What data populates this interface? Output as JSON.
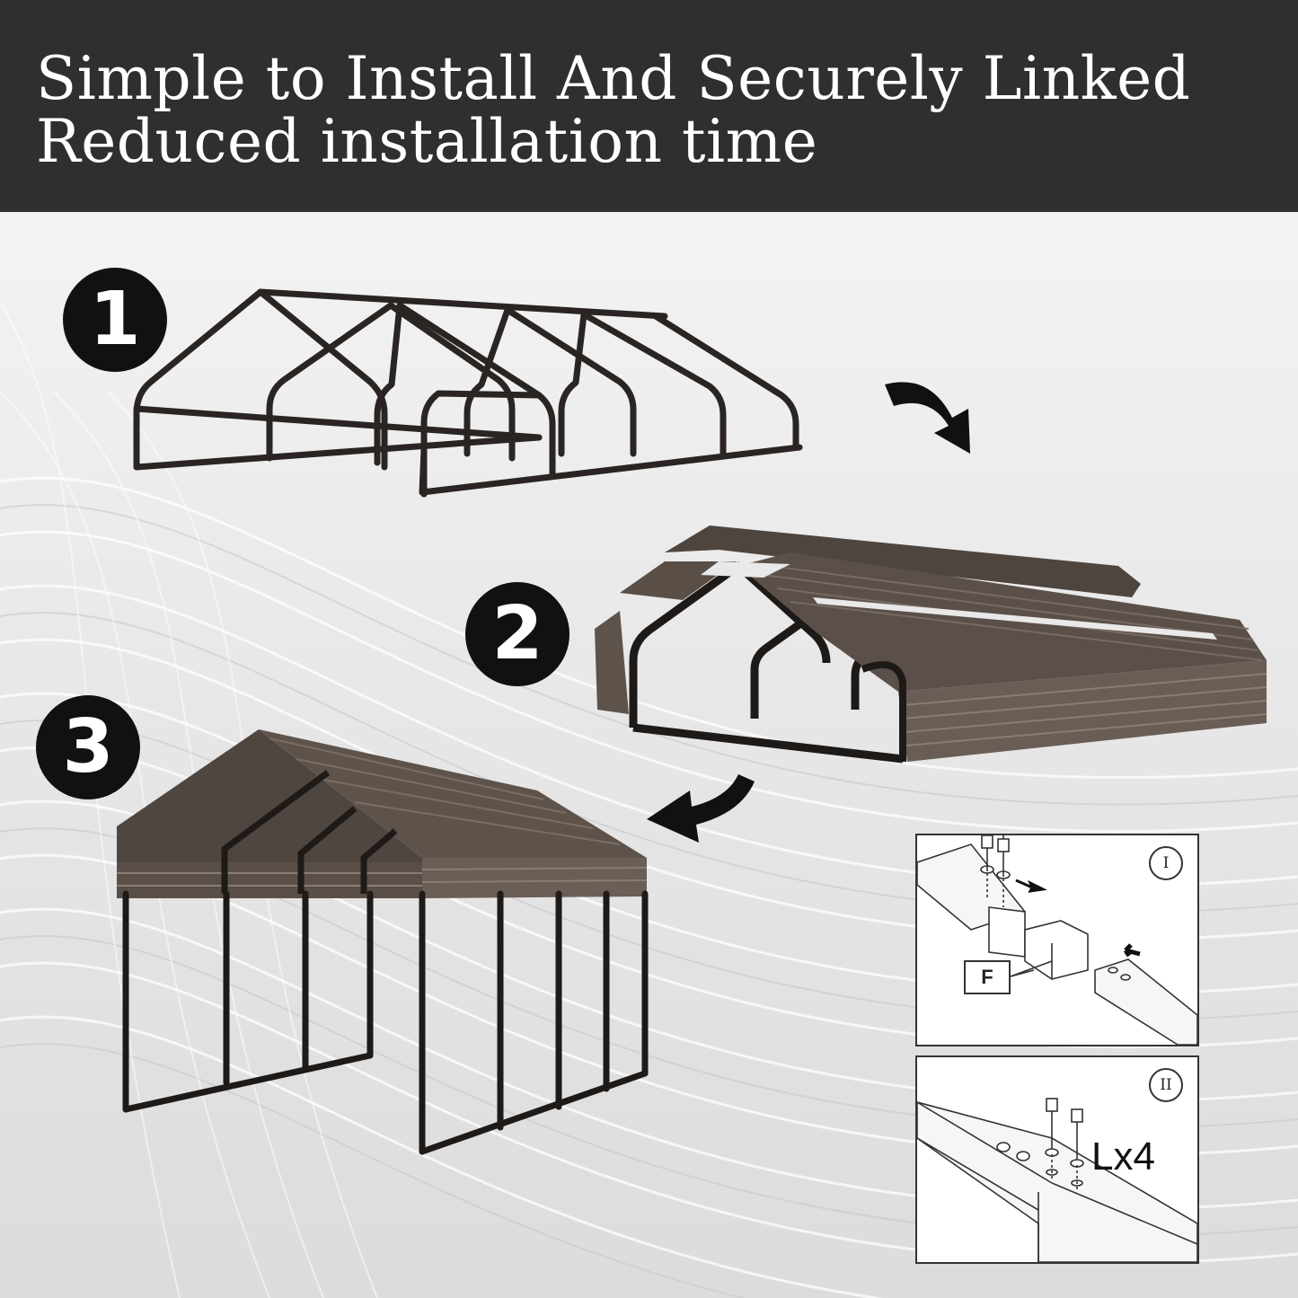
{
  "header": {
    "title_line1": "Simple to Install And Securely Linked",
    "title_line2": "Reduced installation time"
  },
  "steps": [
    {
      "number": "1",
      "stage": "bare-frame"
    },
    {
      "number": "2",
      "stage": "roof-panels-being-attached"
    },
    {
      "number": "3",
      "stage": "completed-carport"
    }
  ],
  "detail": {
    "panel1": {
      "step_numeral": "I",
      "part_label": "F"
    },
    "panel2": {
      "step_numeral": "II",
      "quantity": "Lx4"
    }
  },
  "colors": {
    "header_bg": "#2f2f2f",
    "frame": "#2a2522",
    "roof": "#5e534b",
    "badge": "#111111"
  }
}
